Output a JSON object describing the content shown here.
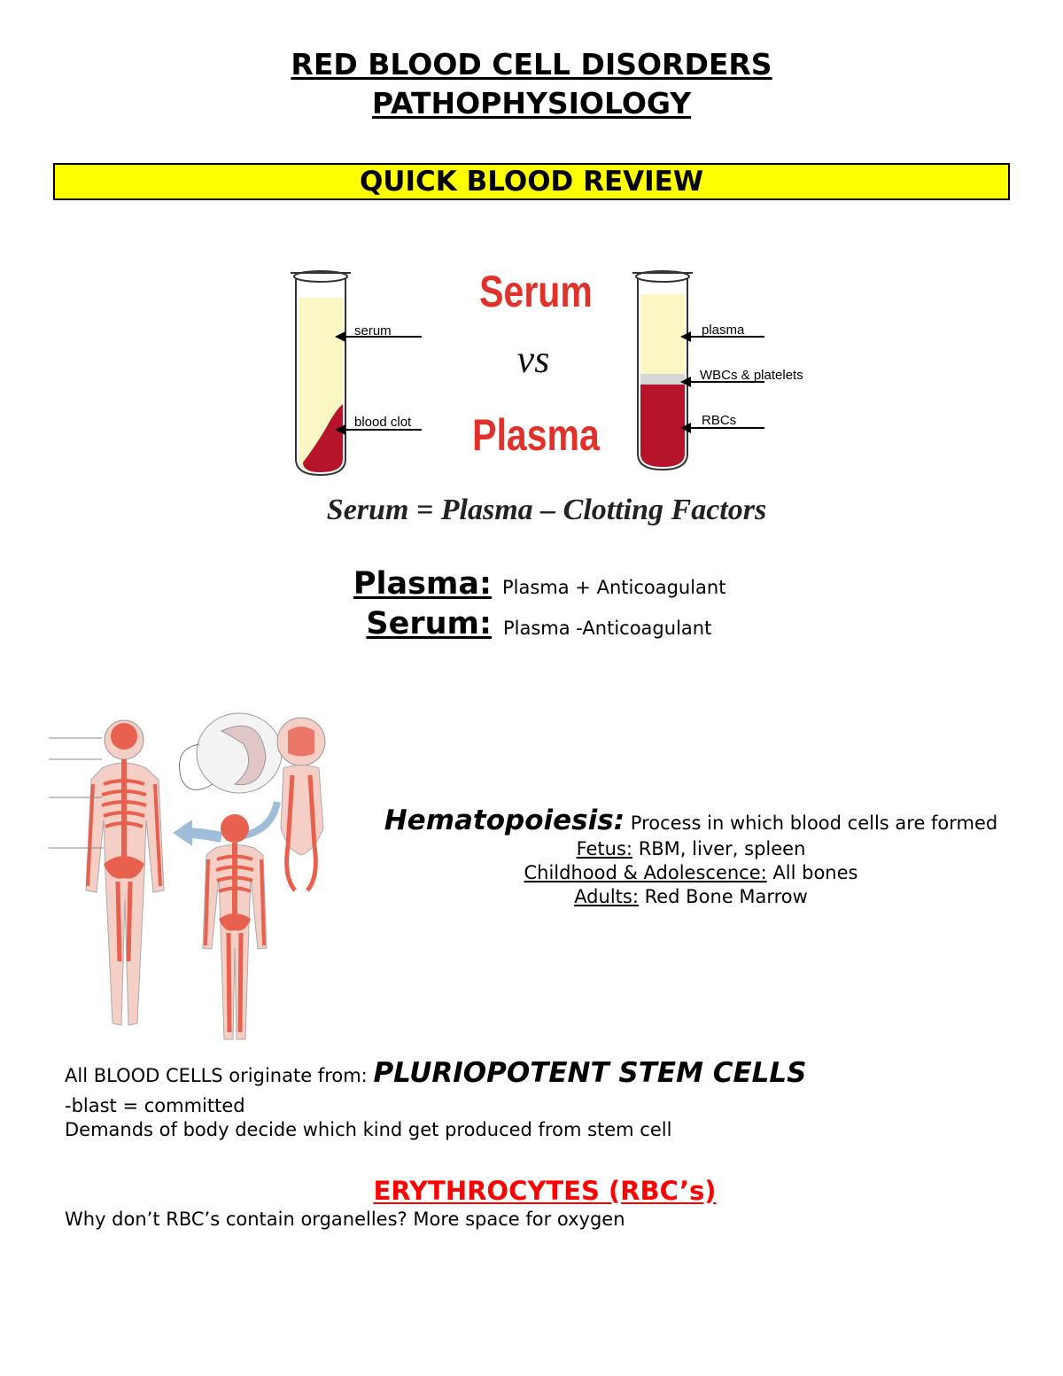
{
  "title": {
    "line1": "RED BLOOD CELL DISORDERS",
    "line2": "PATHOPHYSIOLOGY"
  },
  "banner": "QUICK BLOOD REVIEW",
  "tube_figure": {
    "heading_top": "Serum",
    "heading_vs": "vs",
    "heading_bottom": "Plasma",
    "left_labels": [
      "serum",
      "blood clot"
    ],
    "right_labels": [
      "plasma",
      "WBCs & platelets",
      "RBCs"
    ],
    "equation": "Serum = Plasma – Clotting Factors",
    "colors": {
      "red_text": "#e0312b",
      "blood": "#b5142b",
      "fluid": "#fbf7c4",
      "buffy": "#d6d6d6"
    }
  },
  "definitions": [
    {
      "term": "Plasma:",
      "text": "Plasma + Anticoagulant"
    },
    {
      "term": "Serum:",
      "text": "Plasma -Anticoagulant"
    }
  ],
  "hematopoiesis": {
    "term": "Hematopoiesis:",
    "definition": "Process in which blood cells are formed",
    "lines": [
      {
        "label": "Fetus:",
        "text": "RBM, liver, spleen"
      },
      {
        "label": "Childhood & Adolescence:",
        "text": "All bones"
      },
      {
        "label": "Adults:",
        "text": "Red Bone Marrow"
      }
    ]
  },
  "stem_cells": {
    "prefix": "All BLOOD CELLS originate from:",
    "emphasis": "PLURIOPOTENT STEM CELLS",
    "line2": "-blast = committed",
    "line3": "Demands of body decide which kind get produced from stem cell"
  },
  "erythrocytes": {
    "heading": "ERYTHROCYTES (RBC’s)",
    "question": "Why don’t RBC’s contain organelles? More space for oxygen"
  }
}
